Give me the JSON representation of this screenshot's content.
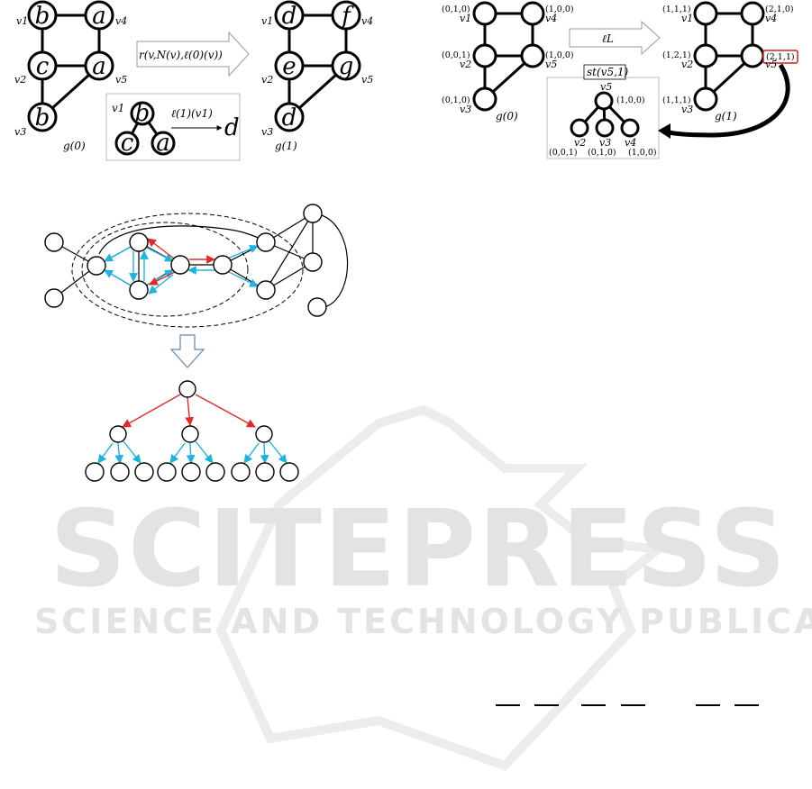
{
  "watermark": {
    "line1": "SCITEPRESS",
    "line2": "SCIENCE AND TECHNOLOGY PUBLICATIONS"
  },
  "relabel_left": {
    "input_graph": {
      "caption": "g(0)",
      "nodes": [
        {
          "id": "v1",
          "label": "b"
        },
        {
          "id": "v4",
          "label": "a"
        },
        {
          "id": "v2",
          "label": "c"
        },
        {
          "id": "v5",
          "label": "a"
        },
        {
          "id": "v3",
          "label": "b"
        }
      ]
    },
    "arrow_label": "r(v,N(v),ℓ(0)(v))",
    "inset": {
      "root_vertex": "v1",
      "root_label": "b",
      "children": [
        "c",
        "a"
      ],
      "function_text": "ℓ(1)(v1)",
      "result": "d"
    },
    "output_graph": {
      "caption": "g(1)",
      "nodes": [
        {
          "id": "v1",
          "label": "d"
        },
        {
          "id": "v4",
          "label": "f"
        },
        {
          "id": "v2",
          "label": "e"
        },
        {
          "id": "v5",
          "label": "g"
        },
        {
          "id": "v3",
          "label": "d"
        }
      ]
    }
  },
  "relabel_right": {
    "input_graph": {
      "caption": "g(0)",
      "nodes": [
        {
          "id": "v1",
          "vector": "(0,1,0)"
        },
        {
          "id": "v4",
          "vector": "(1,0,0)"
        },
        {
          "id": "v2",
          "vector": "(0,0,1)"
        },
        {
          "id": "v5",
          "vector": "(1,0,0)"
        },
        {
          "id": "v3",
          "vector": "(0,1,0)"
        }
      ]
    },
    "arrow_label": "ℓL",
    "subtree": {
      "title": "st(v5,1)",
      "root_vertex": "v5",
      "root_vector": "(1,0,0)",
      "children": [
        {
          "id": "v2",
          "vector": "(0,0,1)"
        },
        {
          "id": "v3",
          "vector": "(0,1,0)"
        },
        {
          "id": "v4",
          "vector": "(1,0,0)"
        }
      ]
    },
    "output_graph": {
      "caption": "g(1)",
      "nodes": [
        {
          "id": "v1",
          "vector": "(1,1,1)"
        },
        {
          "id": "v4",
          "vector": "(2,1,0)"
        },
        {
          "id": "v2",
          "vector": "(1,2,1)"
        },
        {
          "id": "v5",
          "vector": "(2,1,1)"
        },
        {
          "id": "v3",
          "vector": "(1,1,1)"
        }
      ]
    }
  },
  "neighborhood_tree": {
    "colors": {
      "first_level": "#e02a2a",
      "second_level": "#1fb3e0"
    }
  }
}
